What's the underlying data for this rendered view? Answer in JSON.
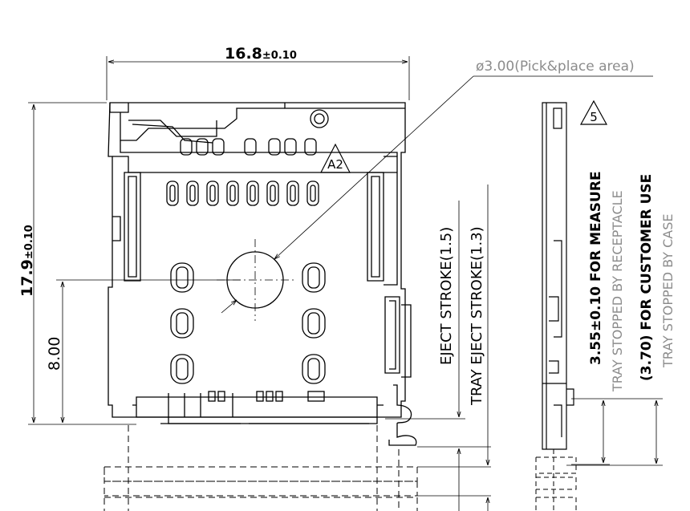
{
  "dimensions": {
    "width_main": "16.8",
    "width_tol": "±0.10",
    "height_main": "17.9",
    "height_tol": "±0.10",
    "offset": "8.00",
    "pick_place": "ø3.00(Pick&place  area)"
  },
  "callouts": {
    "eject_stroke": "EJECT STROKE(1.5)",
    "tray_eject_stroke": "TRAY EJECT STROKE(1.3)",
    "measure": "3.55±0.10  FOR MEASURE",
    "stopped_receptacle": "TRAY STOPPED BY RECEPTACLE",
    "customer_use": "(3.70)  FOR CUSTOMER USE",
    "stopped_case": "TRAY STOPPED BY CASE"
  },
  "markers": {
    "a2": "A2",
    "five": "5"
  },
  "colors": {
    "line": "#000000",
    "thin_text": "#8c8c8c"
  }
}
